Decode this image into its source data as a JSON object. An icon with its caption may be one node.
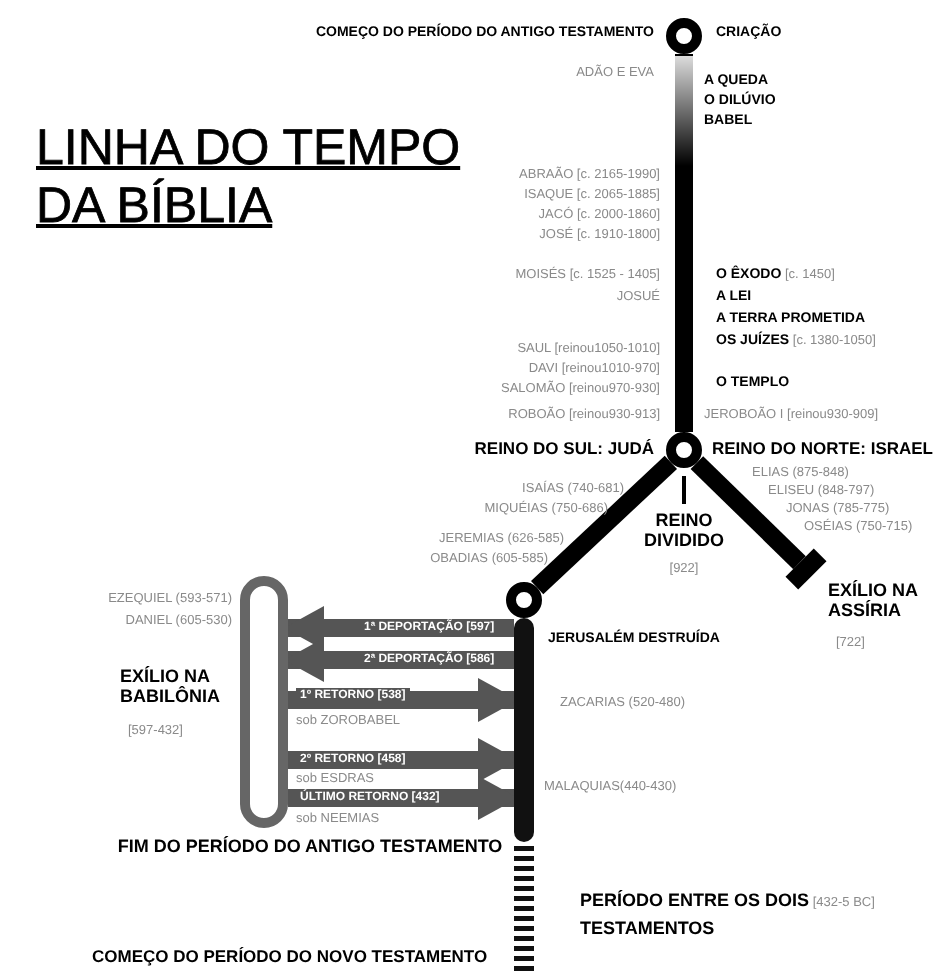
{
  "diagram": {
    "title": "LINHA DO TEMPO DA BÍBLIA",
    "nodes": [
      {
        "text": [],
        "shape": "bar",
        "beside": [
          "EZEQUIEL (593-571)",
          "DANIEL (605-530)",
          "EXÍLIO NA BABILÔNIA",
          "[597-432]"
        ]
      },
      {
        "text": [],
        "shape": "bar"
      },
      {
        "text": [],
        "shape": "circle"
      },
      {
        "text": [],
        "shape": "circle"
      },
      {
        "text": [],
        "shape": "circle",
        "beside": [
          "JERUSALÉM DESTRUÍDA"
        ]
      },
      {
        "text": [],
        "shape": "bar",
        "beside": [
          "EXÍLIO NA ASSÍRIA",
          "[722]"
        ]
      }
    ],
    "edges": [
      {
        "from": 1,
        "to": 0,
        "arrow": "to",
        "label": "1ª DEPORTAÇÃO [597]"
      },
      {
        "from": 1,
        "to": 0,
        "arrow": "to",
        "label": "2ª DEPORTAÇÃO [586]"
      },
      {
        "from": 0,
        "to": 1,
        "arrow": "to",
        "label": "1º RETORNO [538]"
      },
      {
        "from": 0,
        "to": 1,
        "arrow": "to",
        "label": "2º RETORNO [458]"
      },
      {
        "from": 0,
        "to": 1,
        "arrow": "to",
        "label": "ÚLTIMO RETORNO [432]"
      },
      {
        "from": 2,
        "to": 3,
        "arrow": "none",
        "color": "#000000"
      },
      {
        "from": 3,
        "to": 4,
        "arrow": "none",
        "color": "#000000"
      },
      {
        "from": 3,
        "to": 5,
        "arrow": "none",
        "color": "#000000"
      }
    ],
    "labels": [
      "COMEÇO DO PERÍODO DO ANTIGO TESTAMENTO",
      "CRIAÇÃO",
      "ADÃO E EVA",
      "A QUEDA",
      "O DILÚVIO",
      "BABEL",
      "ABRAÃO [c. 2165-1990]",
      "ISAQUE [c. 2065-1885]",
      "JACÓ [c. 2000-1860]",
      "JOSÉ [c. 1910-1800]",
      "MOISÉS [c. 1525 - 1405]",
      "JOSUÉ",
      "**O ÊXODO** [c. 1450]",
      "A LEI",
      "A TERRA PROMETIDA",
      "**OS JUÍZES** [c. 1380-1050]",
      "SAUL [reinou1050-1010]",
      "DAVI [reinou1010-970]",
      "SALOMÃO [reinou970-930]",
      "O TEMPLO",
      "ROBOÃO [reinou930-913]",
      "JEROBOÃO I [reinou930-909]",
      "REINO DO SUL: JUDÁ",
      "REINO DO NORTE: ISRAEL",
      "ISAÍAS (740-681)",
      "MIQUÉIAS (750-686)",
      "JEREMIAS (626-585)",
      "OBADIAS (605-585)",
      "ELIAS (875-848)",
      "ELISEU (848-797)",
      "JONAS (785-775)",
      "OSÉIAS (750-715)",
      "REINO DIVIDIDO",
      "[922]",
      "sob ZOROBABEL",
      "ZACARIAS (520-480)",
      "sob ESDRAS",
      "MALAQUIAS(440-430)",
      "sob NEEMIAS",
      "FIM DO PERÍODO DO ANTIGO TESTAMENTO",
      "**PERÍODO ENTRE OS DOIS** [432-5 BC] **TESTAMENTOS**",
      "COMEÇO DO PERÍODO DO NOVO TESTAMENTO"
    ]
  }
}
